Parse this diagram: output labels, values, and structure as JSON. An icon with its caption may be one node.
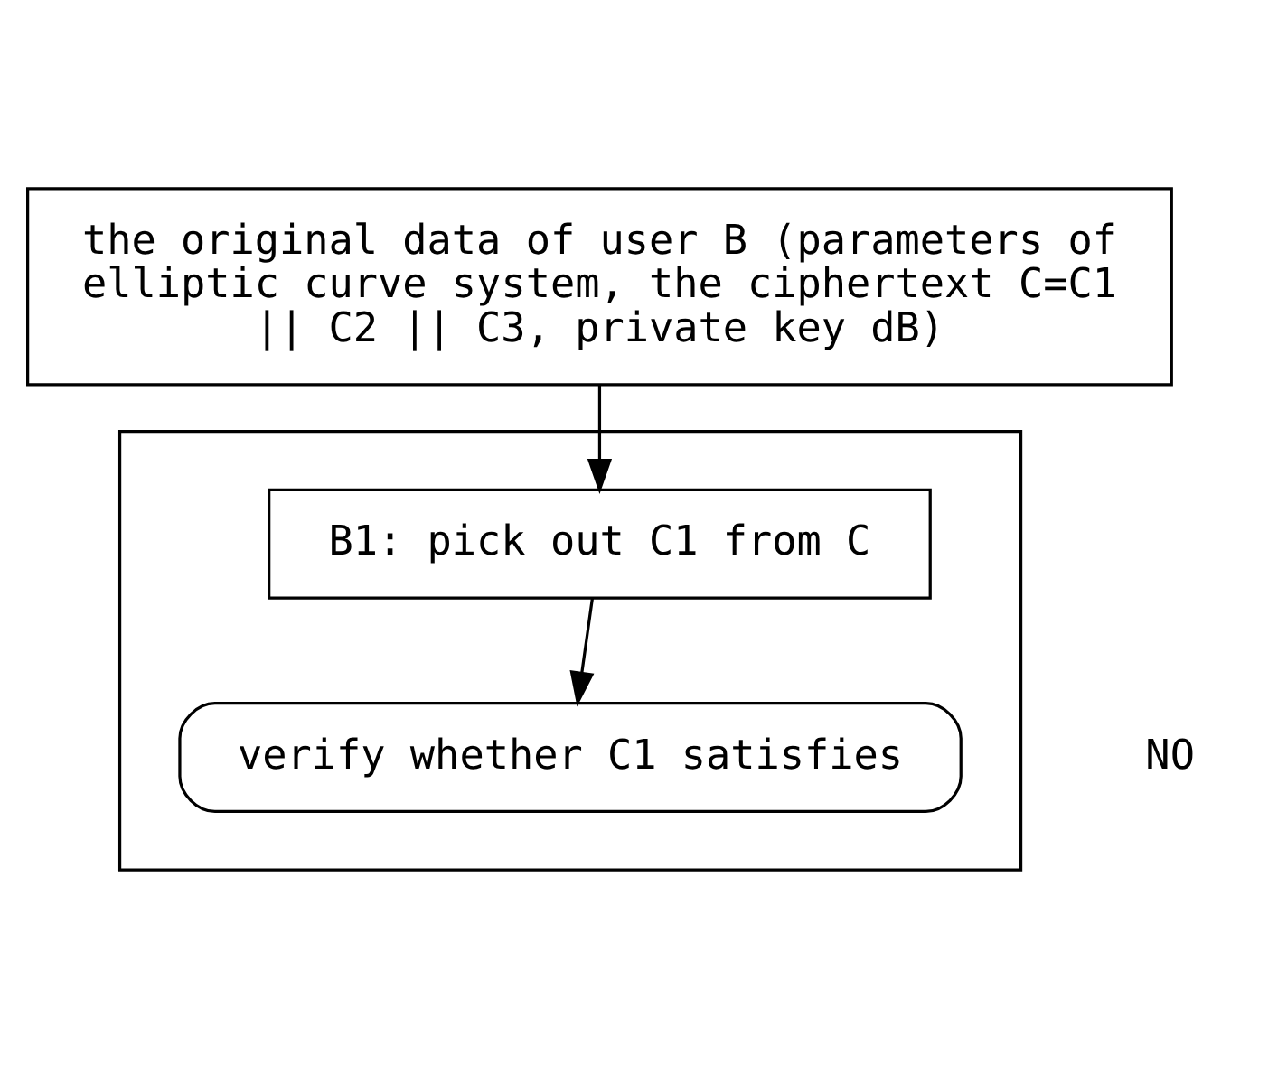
{
  "diagram": {
    "nodes": [
      {
        "text": [
          "the original data of user B (parameters of elliptic curve system, the ciphertext C=C1 || C2 || C3, private key dB)"
        ]
      },
      {
        "text": [],
        "shape": "box"
      },
      {
        "text": [
          "B1: pick out C1 from C"
        ],
        "in": 1
      },
      {
        "text": [
          "verify whether C1 satisfies"
        ],
        "in": 1
      }
    ],
    "edges": [
      {
        "from": 0,
        "to": 2,
        "arrow": "to"
      },
      {
        "from": 2,
        "to": 3,
        "arrow": "to"
      }
    ],
    "labels": [
      "NO"
    ]
  }
}
